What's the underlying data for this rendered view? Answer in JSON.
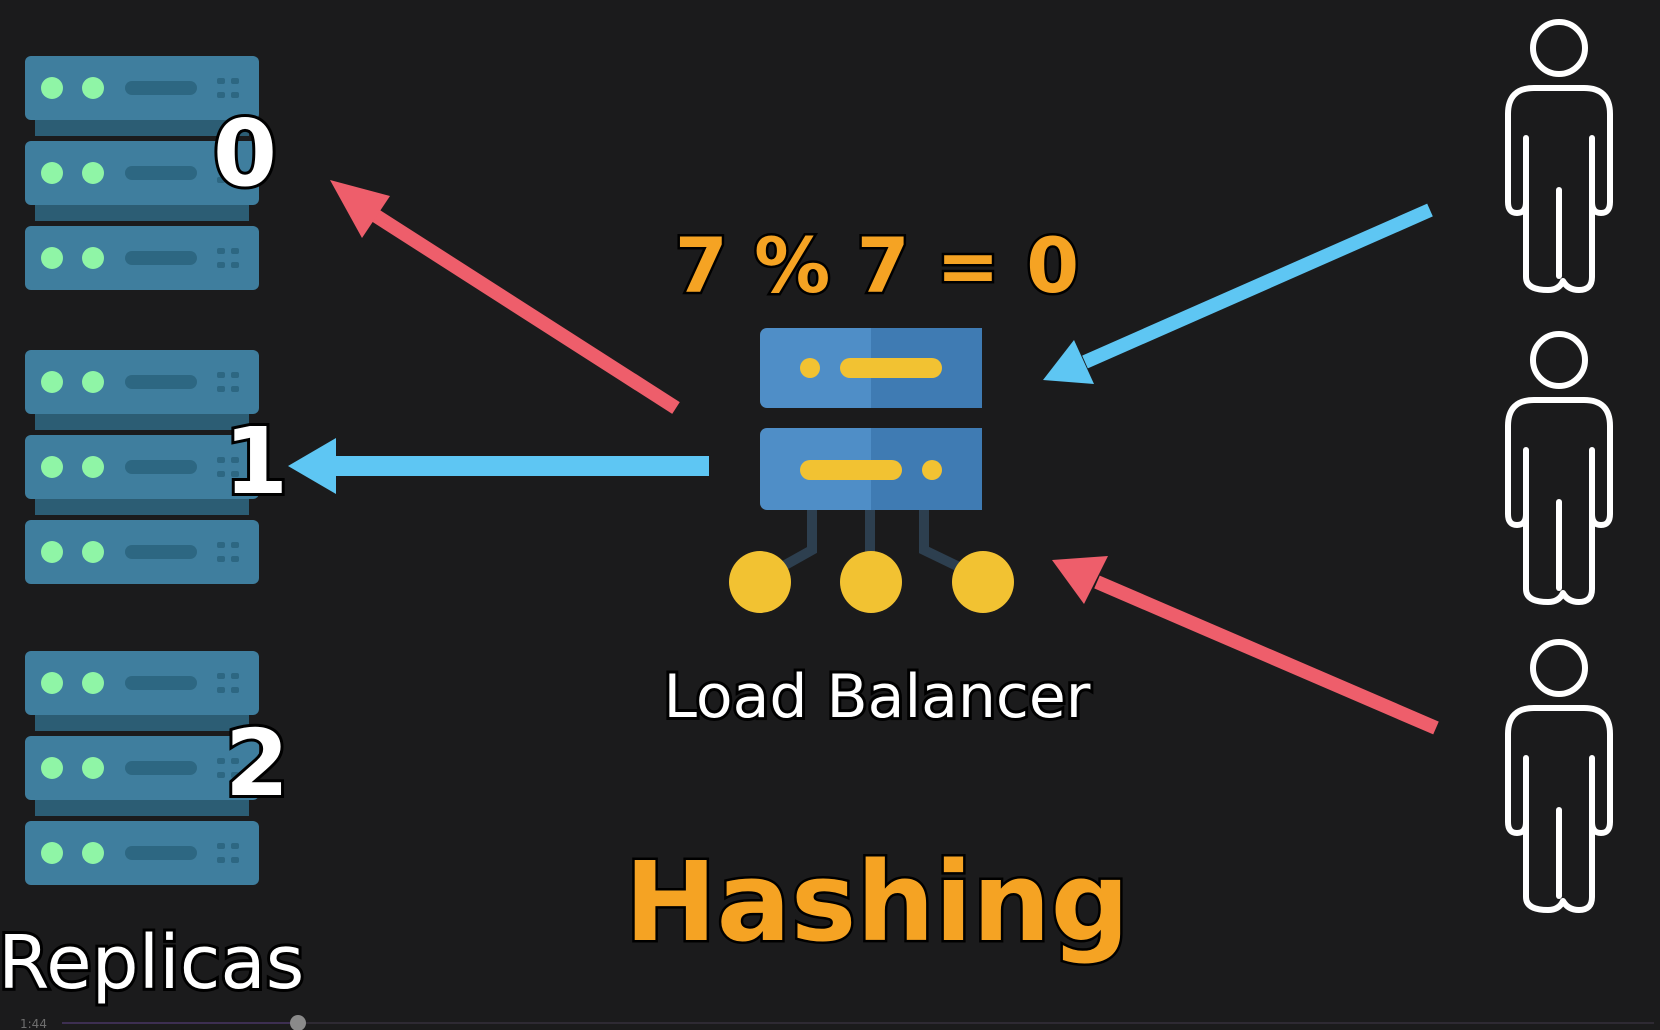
{
  "labels": {
    "replica_numbers": [
      "0",
      "1",
      "2"
    ],
    "replicas_title": "Replicas",
    "equation": "7 % 7 = 0",
    "load_balancer": "Load Balancer",
    "hashing": "Hashing"
  },
  "player": {
    "timestamp": "1:44"
  },
  "colors": {
    "background": "#1b1b1c",
    "server_rack": "#3f7e9e",
    "server_led": "#8ff5a6",
    "load_balancer_body": "#4f8ec7",
    "load_balancer_accent": "#f2c232",
    "arrow_red": "#ee5e6b",
    "arrow_blue": "#5ec6f3",
    "text_orange": "#f5a323",
    "text_white": "#ffffff"
  },
  "icons": [
    "server-rack-icon",
    "load-balancer-icon",
    "user-icon",
    "arrow-icon"
  ]
}
